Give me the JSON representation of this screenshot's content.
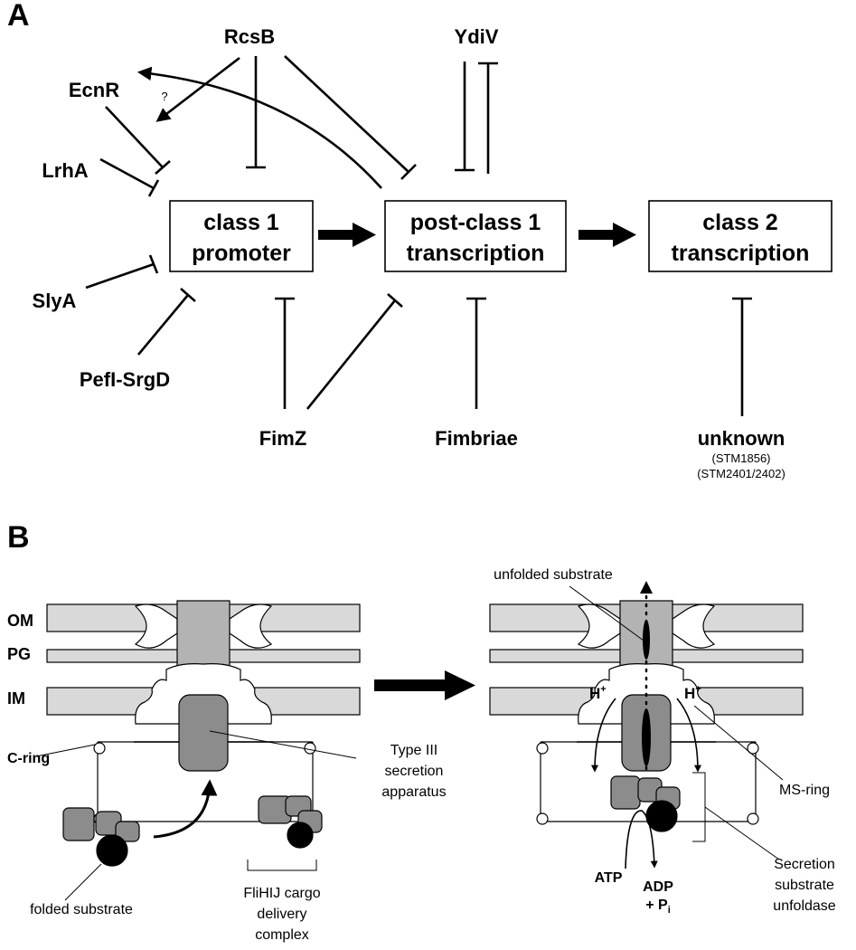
{
  "panel_a": {
    "letter": "A",
    "boxes": {
      "class1": [
        "class 1",
        "promoter"
      ],
      "postclass1": [
        "post-class 1",
        "transcription"
      ],
      "class2": [
        "class 2",
        "transcription"
      ]
    },
    "regulators": {
      "rcsb": "RcsB",
      "ydiv": "YdiV",
      "ecnr": "EcnR",
      "question": "?",
      "lrha": "LrhA",
      "slya": "SlyA",
      "pefi": "PefI-SrgD",
      "fimz": "FimZ",
      "fimbriae": "Fimbriae",
      "unknown": "unknown",
      "unknown_sub1": "(STM1856)",
      "unknown_sub2": "(STM2401/2402)"
    }
  },
  "panel_b": {
    "letter": "B",
    "membranes": {
      "om": "OM",
      "pg": "PG",
      "im": "IM"
    },
    "labels": {
      "cring": "C-ring",
      "folded": "folded substrate",
      "t3ss": [
        "Type III",
        "secretion",
        "apparatus"
      ],
      "flihij": [
        "FliHIJ cargo",
        "delivery",
        "complex"
      ],
      "unfolded": "unfolded substrate",
      "msring": "MS-ring",
      "unfoldase": [
        "Secretion",
        "substrate",
        "unfoldase"
      ],
      "hplus": "H",
      "hplus_sup": "+",
      "atp": "ATP",
      "adp": "ADP",
      "pi": "+ P",
      "pi_sub": "i"
    }
  }
}
